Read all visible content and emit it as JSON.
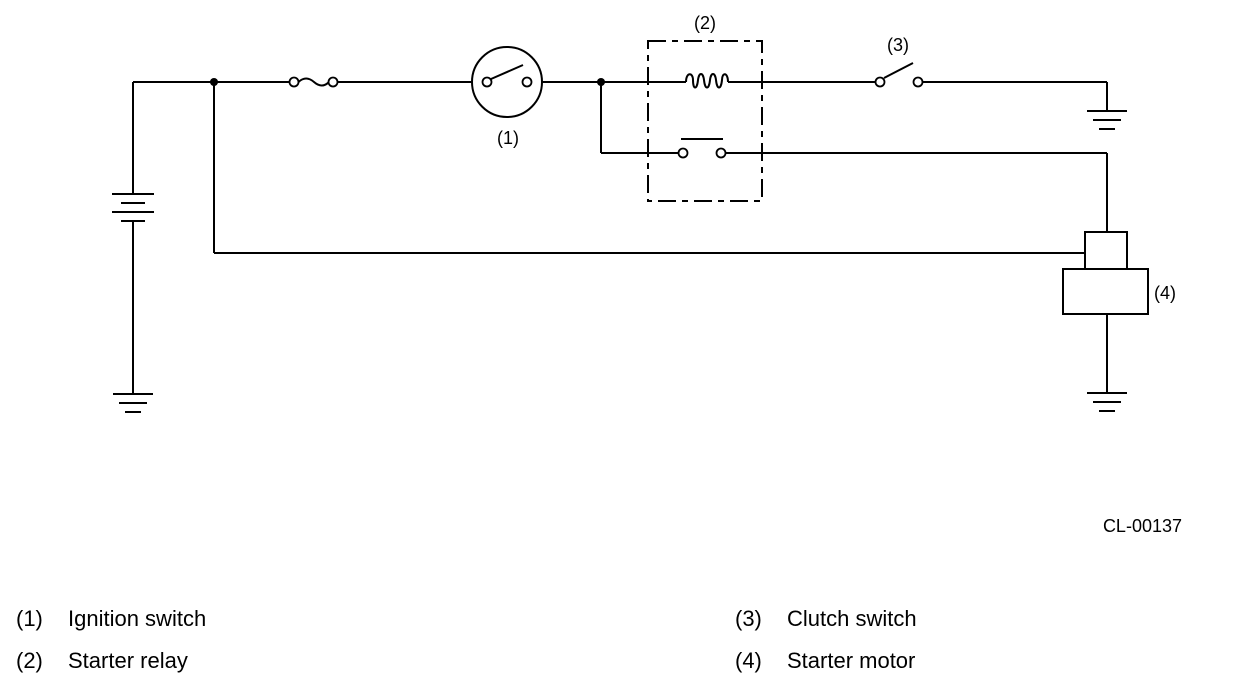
{
  "components": {
    "ignition_switch_label": "(1)",
    "starter_relay_label": "(2)",
    "clutch_switch_label": "(3)",
    "starter_motor_label": "(4)"
  },
  "figure_code": "CL-00137",
  "legend": [
    {
      "num": "(1)",
      "text": "Ignition switch"
    },
    {
      "num": "(2)",
      "text": "Starter relay"
    },
    {
      "num": "(3)",
      "text": "Clutch switch"
    },
    {
      "num": "(4)",
      "text": "Starter motor"
    }
  ]
}
